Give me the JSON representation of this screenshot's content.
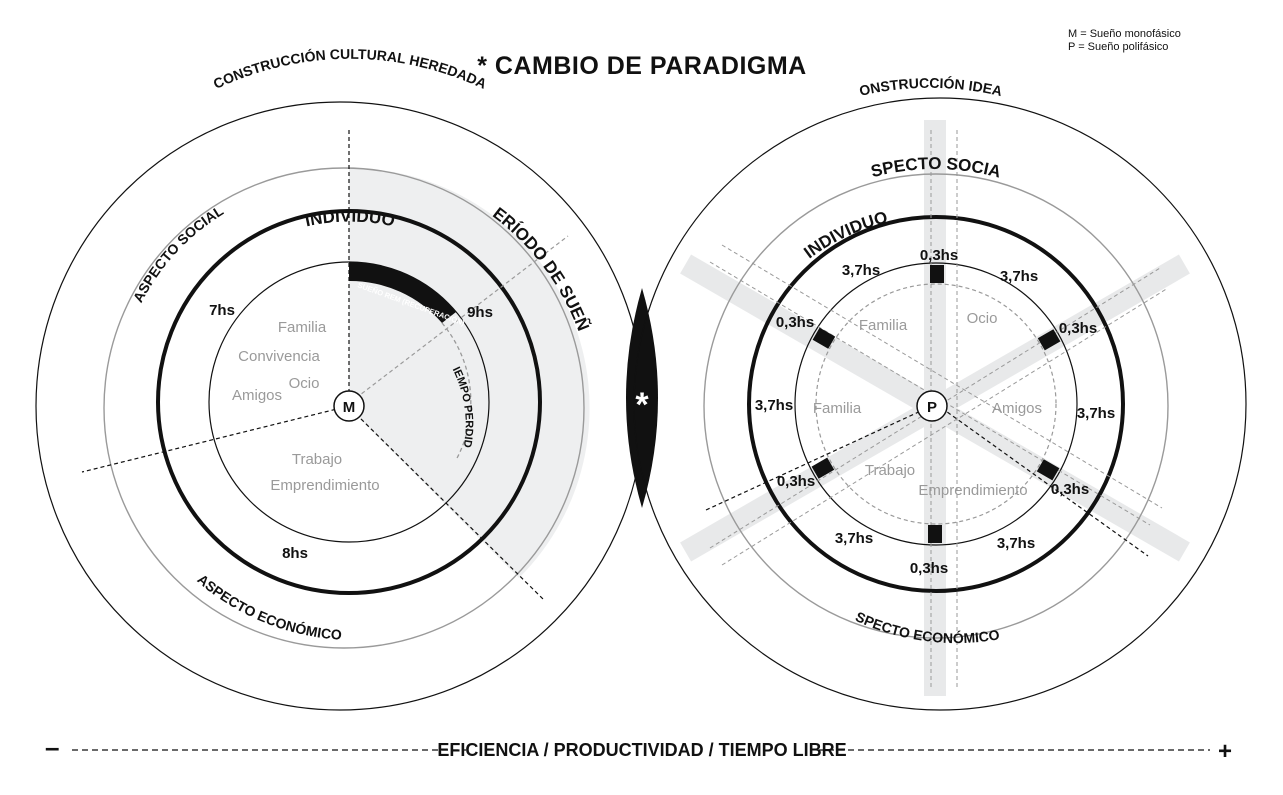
{
  "title": "* CAMBIO DE PARADIGMA",
  "legend": {
    "m": "M = Sueño monofásico",
    "p": "P = Sueño polifásico"
  },
  "left": {
    "outer_label": "CONSTRUCCIÓN CULTURAL HEREDADA",
    "social_label": "ASPECTO SOCIAL",
    "economic_label": "ASPECTO ECONÓMICO",
    "individuo_label": "INDIVIDUO",
    "sleep_label": "PERÍODO DE SUEÑO",
    "rem_label": "SUEÑO REM (RECUPERACIÓN)",
    "lost_label": "TIEMPO PERDIDO",
    "center": "M",
    "hours": {
      "a": "7hs",
      "b": "9hs",
      "c": "8hs"
    },
    "words": {
      "familia": "Familia",
      "convivencia": "Convivencia",
      "ocio": "Ocio",
      "amigos": "Amigos",
      "trabajo": "Trabajo",
      "emprendimiento": "Emprendimiento"
    }
  },
  "right": {
    "outer_label": "CONSTRUCCIÓN IDEAL",
    "social_label": "ASPECTO SOCIAL",
    "economic_label": "ASPECTO ECONÓMICO",
    "individuo_label": "INDIVIDUO",
    "center": "P",
    "hours_long": "3,7hs",
    "hours_short": "0,3hs",
    "words": {
      "familia_top": "Familia",
      "ocio": "Ocio",
      "familia_mid": "Familia",
      "amigos": "Amigos",
      "trabajo": "Trabajo",
      "emprendimiento": "Emprendimiento"
    }
  },
  "center_symbol": "*",
  "axis": {
    "minus": "–",
    "label": "EFICIENCIA / PRODUCTIVIDAD / TIEMPO LIBRE",
    "plus": "+"
  }
}
